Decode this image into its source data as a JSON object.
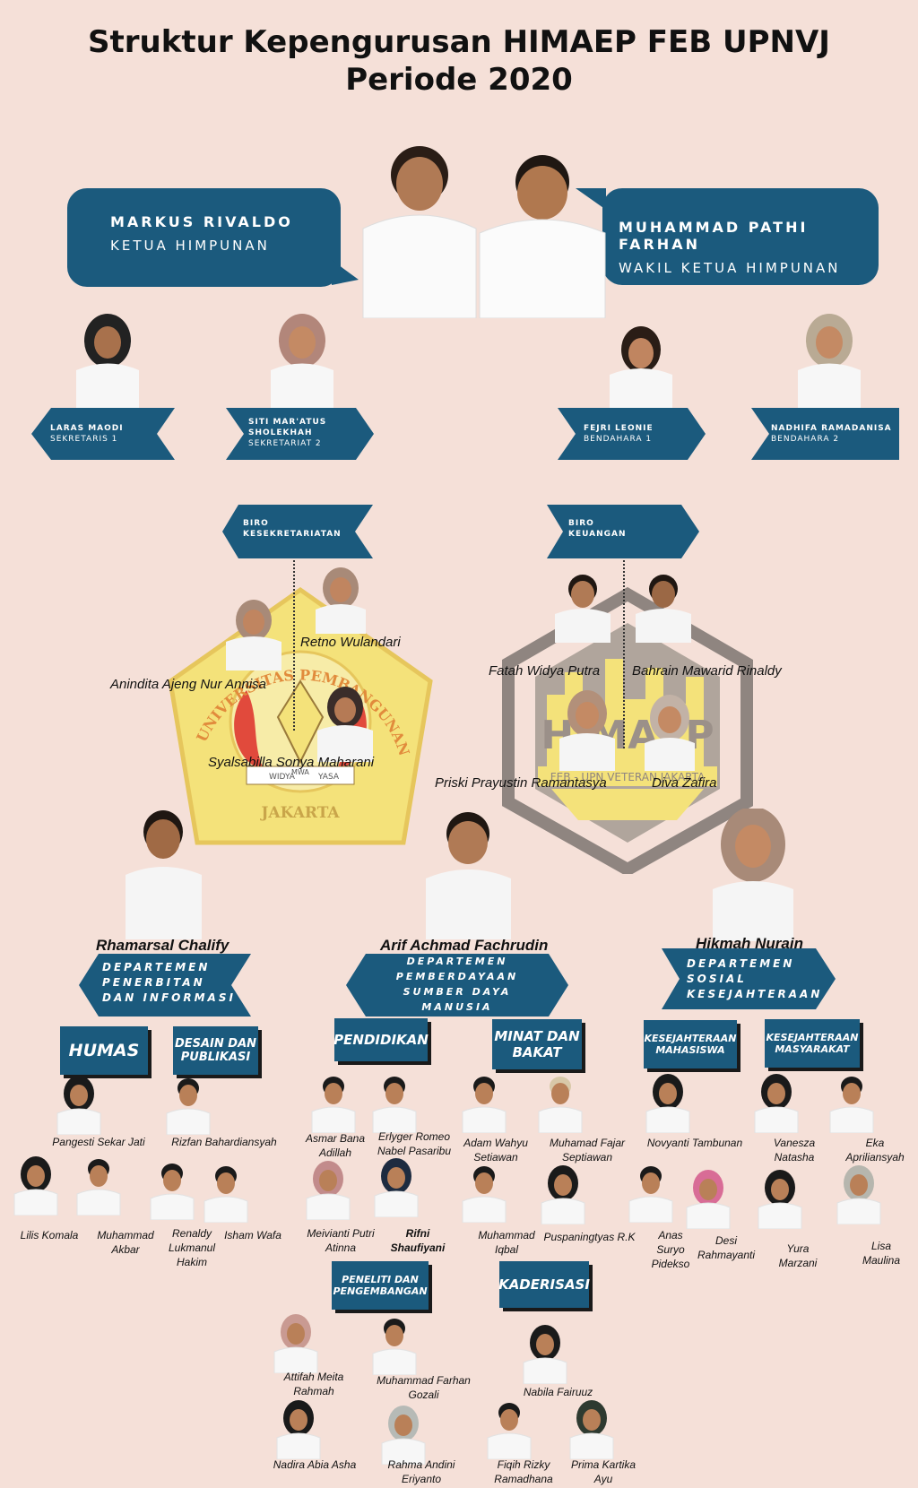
{
  "title": {
    "line1": "Struktur Kepengurusan HIMAEP FEB UPNVJ",
    "line2": "Periode 2020"
  },
  "leaders": {
    "ketua": {
      "name": "MARKUS RIVALDO",
      "role": "KETUA HIMPUNAN"
    },
    "wakil": {
      "name": "MUHAMMAD PATHI FARHAN",
      "role": "WAKIL KETUA HIMPUNAN"
    }
  },
  "officers": [
    {
      "name": "LARAS MAODI",
      "role": "SEKRETARIS 1"
    },
    {
      "name1": "SITI MAR'ATUS",
      "name2": "SHOLEKHAH",
      "role": "SEKRETARIAT 2"
    },
    {
      "name": "FEJRI LEONIE",
      "role": "BENDAHARA 1"
    },
    {
      "name": "NADHIFA RAMADANISA",
      "role": "BENDAHARA 2"
    }
  ],
  "biro": {
    "kesekretariatan": {
      "line1": "BIRO",
      "line2": "KESEKRETARIATAN",
      "members": [
        "Retno Wulandari",
        "Anindita Ajeng Nur Annisa",
        "Syalsabilla Sonya Maharani"
      ]
    },
    "keuangan": {
      "line1": "BIRO",
      "line2": "KEUANGAN",
      "members": [
        "Fatah Widya Putra",
        "Bahrain Mawarid Rinaldy",
        "Priski Prayustin Ramantasya",
        "Diva Zafira"
      ]
    }
  },
  "logo_upn": {
    "ring_text": "UNIVERSITAS PEMBANGUNAN NASIONAL VETERAN",
    "bottom": "JAKARTA",
    "ribbon": [
      "WIDYA",
      "MWA",
      "YASA"
    ]
  },
  "logo_himaep": {
    "main": "HIMAEP",
    "sub": "FEB - UPN VETERAN JAKARTA"
  },
  "departments": {
    "psi": {
      "head": "Rhamarsal Chalify",
      "lines": [
        "DEPARTEMEN",
        "PENERBITAN",
        "DAN INFORMASI"
      ]
    },
    "psdm": {
      "head": "Arif Achmad Fachrudin",
      "lines": [
        "DEPARTEMEN",
        "PEMBERDAYAAN",
        "SUMBER DAYA",
        "MANUSIA"
      ]
    },
    "sosial": {
      "head": "Hikmah Nurain",
      "lines": [
        "DEPARTEMEN",
        "SOSIAL",
        "KESEJAHTERAAN"
      ]
    }
  },
  "divisions": {
    "humas": {
      "label": "HUMAS",
      "members": [
        "Pangesti Sekar Jati",
        "Lilis Komala",
        "Muhammad Akbar"
      ]
    },
    "desain": {
      "label1": "DESAIN DAN",
      "label2": "PUBLIKASI",
      "members": [
        "Rizfan Bahardiansyah",
        "Renaldy Lukmanul Hakim",
        "Isham Wafa"
      ]
    },
    "pendidikan": {
      "label": "PENDIDIKAN",
      "members": [
        "Asmar Bana Adillah",
        "Erlyger Romeo Nabel Pasaribu",
        "Meivianti Putri Atinna",
        "Rifni Shaufiyani"
      ]
    },
    "minat": {
      "label1": "MINAT DAN",
      "label2": "BAKAT",
      "members": [
        "Adam Wahyu Setiawan",
        "Muhamad Fajar Septiawan",
        "Muhammad Iqbal",
        "Puspaningtyas R.K"
      ]
    },
    "peneliti": {
      "label1": "PENELITI DAN",
      "label2": "PENGEMBANGAN",
      "members": [
        "Attifah Meita Rahmah",
        "Muhammad Farhan Gozali",
        "Nadira Abia Asha",
        "Rahma Andini Eriyanto"
      ]
    },
    "kaderisasi": {
      "label": "KADERISASI",
      "members": [
        "Nabila Fairuuz",
        "Fiqih Rizky Ramadhana",
        "Prima Kartika Ayu"
      ]
    },
    "kesmah": {
      "label1": "KESEJAHTERAAN",
      "label2": "MAHASISWA",
      "members": [
        "Novyanti Tambunan",
        "Anas Suryo Pidekso",
        "Desi Rahmayanti"
      ]
    },
    "kesmas": {
      "label1": "KESEJAHTERAAN",
      "label2": "MASYARAKAT",
      "members": [
        "Vanesza Natasha",
        "Eka Apriliansyah",
        "Yura Marzani",
        "Lisa Maulina"
      ]
    }
  },
  "colors": {
    "background": "#f5e0d8",
    "navy": "#1b5a7d",
    "logo_yellow": "#f4e27a",
    "logo_red": "#e14a3c",
    "logo_gray": "#8f8580"
  }
}
